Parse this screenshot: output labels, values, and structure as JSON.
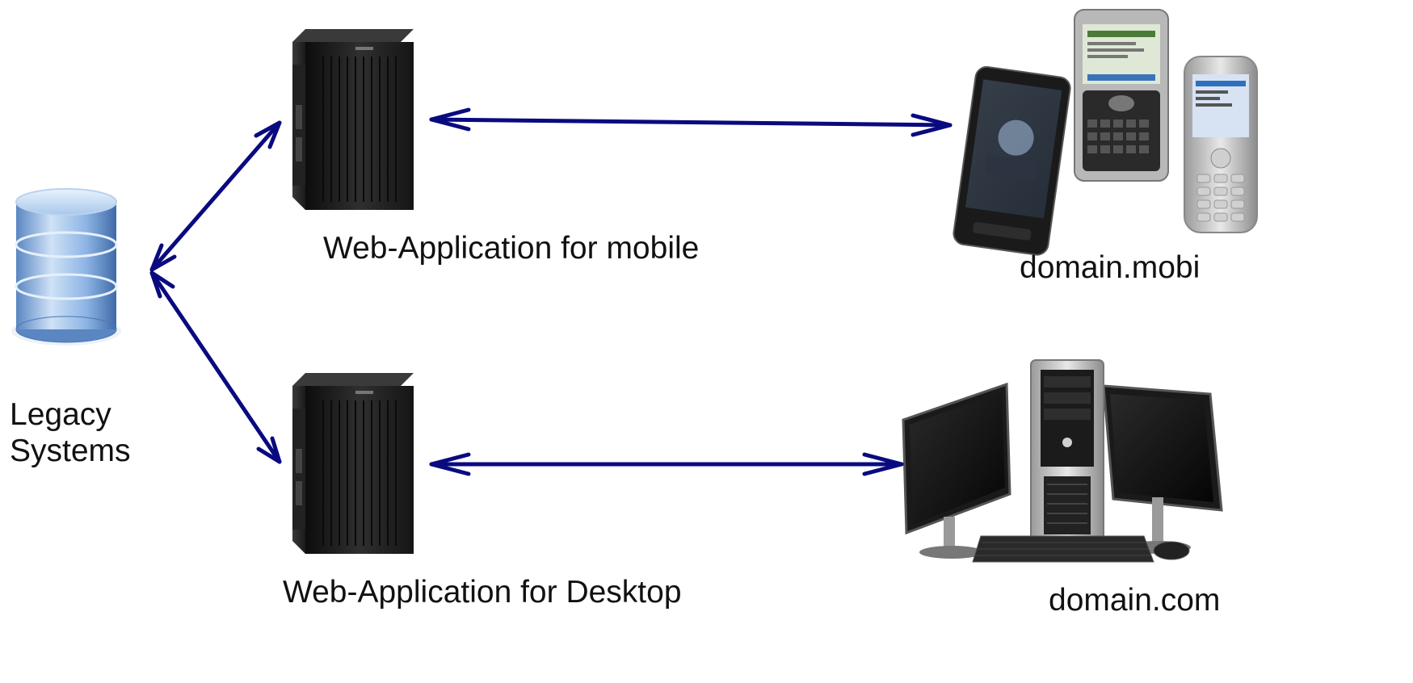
{
  "nodes": {
    "legacy": {
      "line1": "Legacy",
      "line2": "Systems",
      "icon": "database-icon"
    },
    "web_app_mobile": {
      "label": "Web-Application for mobile",
      "icon": "server-tower-icon"
    },
    "web_app_desktop": {
      "label": "Web-Application for Desktop",
      "icon": "server-tower-icon"
    },
    "mobile_clients": {
      "label": "domain.mobi",
      "icon": "mobile-phones-icon"
    },
    "desktop_clients": {
      "label": "domain.com",
      "icon": "desktop-computer-icon"
    }
  },
  "edges": [
    {
      "from": "legacy",
      "to": "web_app_mobile",
      "direction": "both"
    },
    {
      "from": "legacy",
      "to": "web_app_desktop",
      "direction": "both"
    },
    {
      "from": "web_app_mobile",
      "to": "mobile_clients",
      "direction": "both"
    },
    {
      "from": "web_app_desktop",
      "to": "desktop_clients",
      "direction": "both"
    }
  ],
  "colors": {
    "arrow": "#0a0a80",
    "server": "#1c1c1c",
    "database": "#6f9ed6"
  }
}
